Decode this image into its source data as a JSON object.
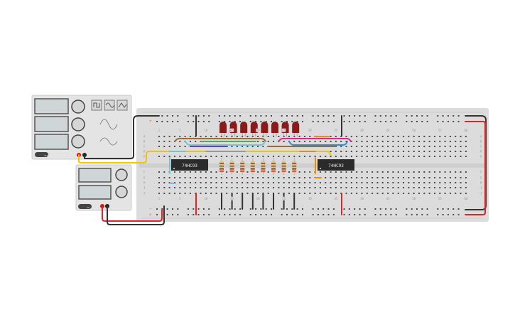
{
  "breadboard": {
    "column_numbers": [
      "1",
      "5",
      "10",
      "15",
      "20",
      "25",
      "30",
      "35",
      "40",
      "45",
      "50",
      "55",
      "60"
    ],
    "row_letters_top": [
      "A",
      "B",
      "C",
      "D",
      "E"
    ],
    "row_letters_bottom": [
      "F",
      "G",
      "H",
      "I",
      "J"
    ],
    "rail_plus": "+",
    "rail_minus": "−"
  },
  "chips": [
    {
      "label": "74HC93"
    },
    {
      "label": "74HC93"
    }
  ],
  "led_count": 8,
  "colors": {
    "board": "#dcdcdc",
    "led": "#8b1a1a",
    "wire_red": "#e52222",
    "wire_black": "#2a2a2a",
    "wire_yellow": "#f5c400",
    "wire_brown": "#9c6b3c",
    "wire_cyan": "#6fc6d8",
    "wire_green": "#4caf50",
    "wire_purple": "#7b3fa0",
    "wire_grey": "#9a9a9a",
    "wire_orange": "#f08c00",
    "wire_magenta": "#d0308a",
    "wire_blue": "#2a8fd6"
  },
  "function_generator": {
    "output_label": "OFF"
  },
  "power_supply": {
    "output_label": "ON"
  }
}
